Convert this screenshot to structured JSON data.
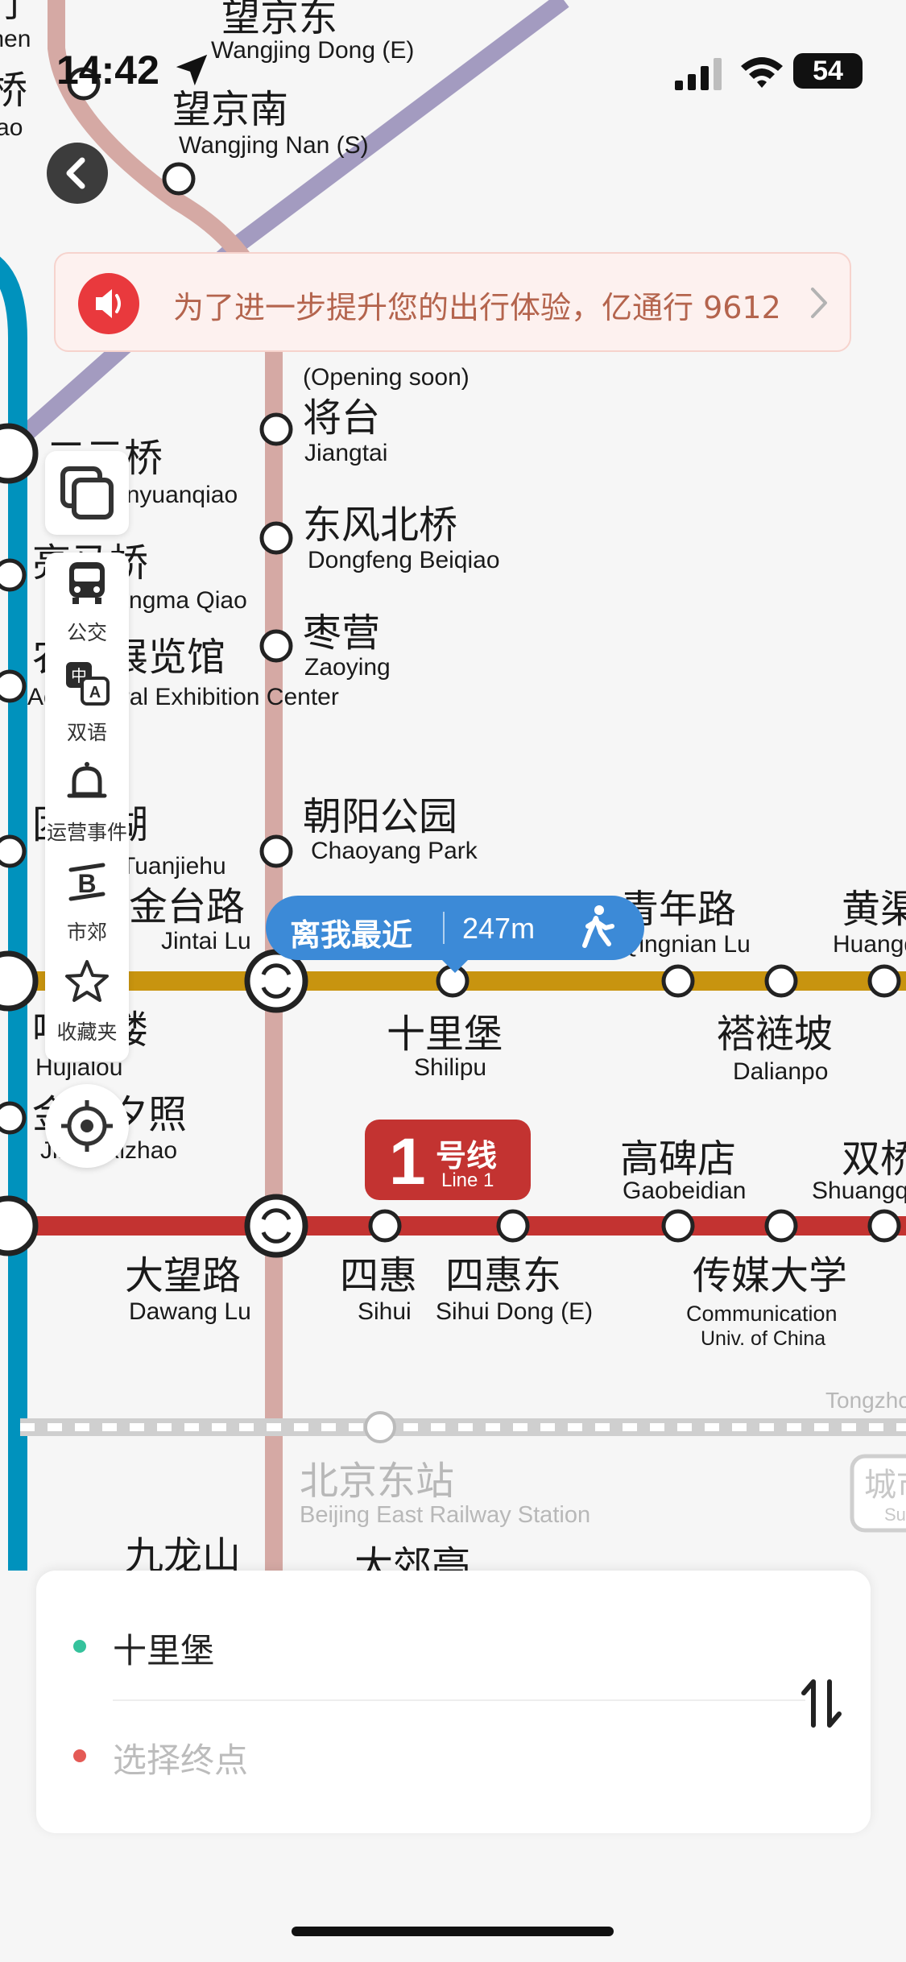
{
  "status_bar": {
    "time": "14:42",
    "battery": "54",
    "icons": [
      "location-arrow-icon",
      "signal-icon",
      "wifi-icon",
      "battery-icon"
    ]
  },
  "notice": {
    "text": "为了进一步提升您的出行体验，亿通行 9612",
    "icons": [
      "speaker-icon",
      "chevron-right-icon"
    ]
  },
  "toolbar": {
    "top_icon": "layers-icon",
    "items": [
      {
        "label": "公交",
        "icon": "bus-icon"
      },
      {
        "label": "双语",
        "icon": "bilingual-icon"
      },
      {
        "label": "运营事件",
        "icon": "bell-icon"
      },
      {
        "label": "市郊",
        "icon": "suburban-rail-icon"
      },
      {
        "label": "收藏夹",
        "icon": "star-icon"
      }
    ],
    "locate_icon": "locate-target-icon"
  },
  "nearest": {
    "label": "离我最近",
    "distance": "247m",
    "icon": "walking-icon"
  },
  "line_badge": {
    "number": "1",
    "cn": "号线",
    "en": "Line 1"
  },
  "map": {
    "colors": {
      "line1": "#c33331",
      "batong": "#c33331",
      "line6": "#c8940f",
      "line10": "#0092bd",
      "line14": "#d5a9a4",
      "line15": "#a39bc0",
      "rail": "#cfcfcf"
    },
    "labels": [
      {
        "cn": "望京东",
        "en": "Wangjing Dong (E)"
      },
      {
        "cn": "望京南",
        "en": "Wangjing Nan (S)"
      },
      {
        "cn": "",
        "en": "(Opening soon)"
      },
      {
        "cn": "将台",
        "en": "Jiangtai"
      },
      {
        "cn": "东风北桥",
        "en": "Dongfeng Beiqiao"
      },
      {
        "cn": "枣营",
        "en": "Zaoying"
      },
      {
        "cn": "朝阳公园",
        "en": "Chaoyang Park"
      },
      {
        "cn": "金台路",
        "en": "Jintai Lu"
      },
      {
        "cn": "青年路",
        "en": "Qingnian Lu"
      },
      {
        "cn": "黄渠",
        "en": "Huangqu"
      },
      {
        "cn": "十里堡",
        "en": "Shilipu"
      },
      {
        "cn": "褡裢坡",
        "en": "Dalianpo"
      },
      {
        "cn": "高碑店",
        "en": "Gaobeidian"
      },
      {
        "cn": "双桥",
        "en": "Shuangqiao"
      },
      {
        "cn": "大望路",
        "en": "Dawang Lu"
      },
      {
        "cn": "四惠",
        "en": "Sihui"
      },
      {
        "cn": "四惠东",
        "en": "Sihui Dong (E)"
      },
      {
        "cn": "传媒大学",
        "en": "Communication"
      },
      {
        "cn": "",
        "en": "Univ. of China"
      },
      {
        "cn": "北京东站",
        "en": "Beijing East Railway Station"
      },
      {
        "cn": "",
        "en": "Tongzhou"
      },
      {
        "cn": "九龙山",
        "en": ""
      },
      {
        "cn": "大郊亭",
        "en": ""
      },
      {
        "cn": "三元桥",
        "en": "Sanyuanqiao"
      },
      {
        "cn": "亮马桥",
        "en": "Liangma Qiao"
      },
      {
        "cn": "农业展览馆",
        "en": "Agricultural Exhibition Center"
      },
      {
        "cn": "团结湖",
        "en": "Tuanjiehu"
      },
      {
        "cn": "呼家楼",
        "en": "Hujialou"
      },
      {
        "cn": "金台夕照",
        "en": "Jintai Xizhao"
      },
      {
        "cn": "东直门",
        "en": "Dongzhimen"
      },
      {
        "cn": "北新桥",
        "en": "Beixinqiao"
      },
      {
        "cn": "城市副中心",
        "en": "Sub-center"
      }
    ]
  },
  "route": {
    "from": "十里堡",
    "to_placeholder": "选择终点",
    "from_color": "#35c29c",
    "to_color": "#e45a55",
    "swap_icon": "swap-vertical-icon"
  }
}
